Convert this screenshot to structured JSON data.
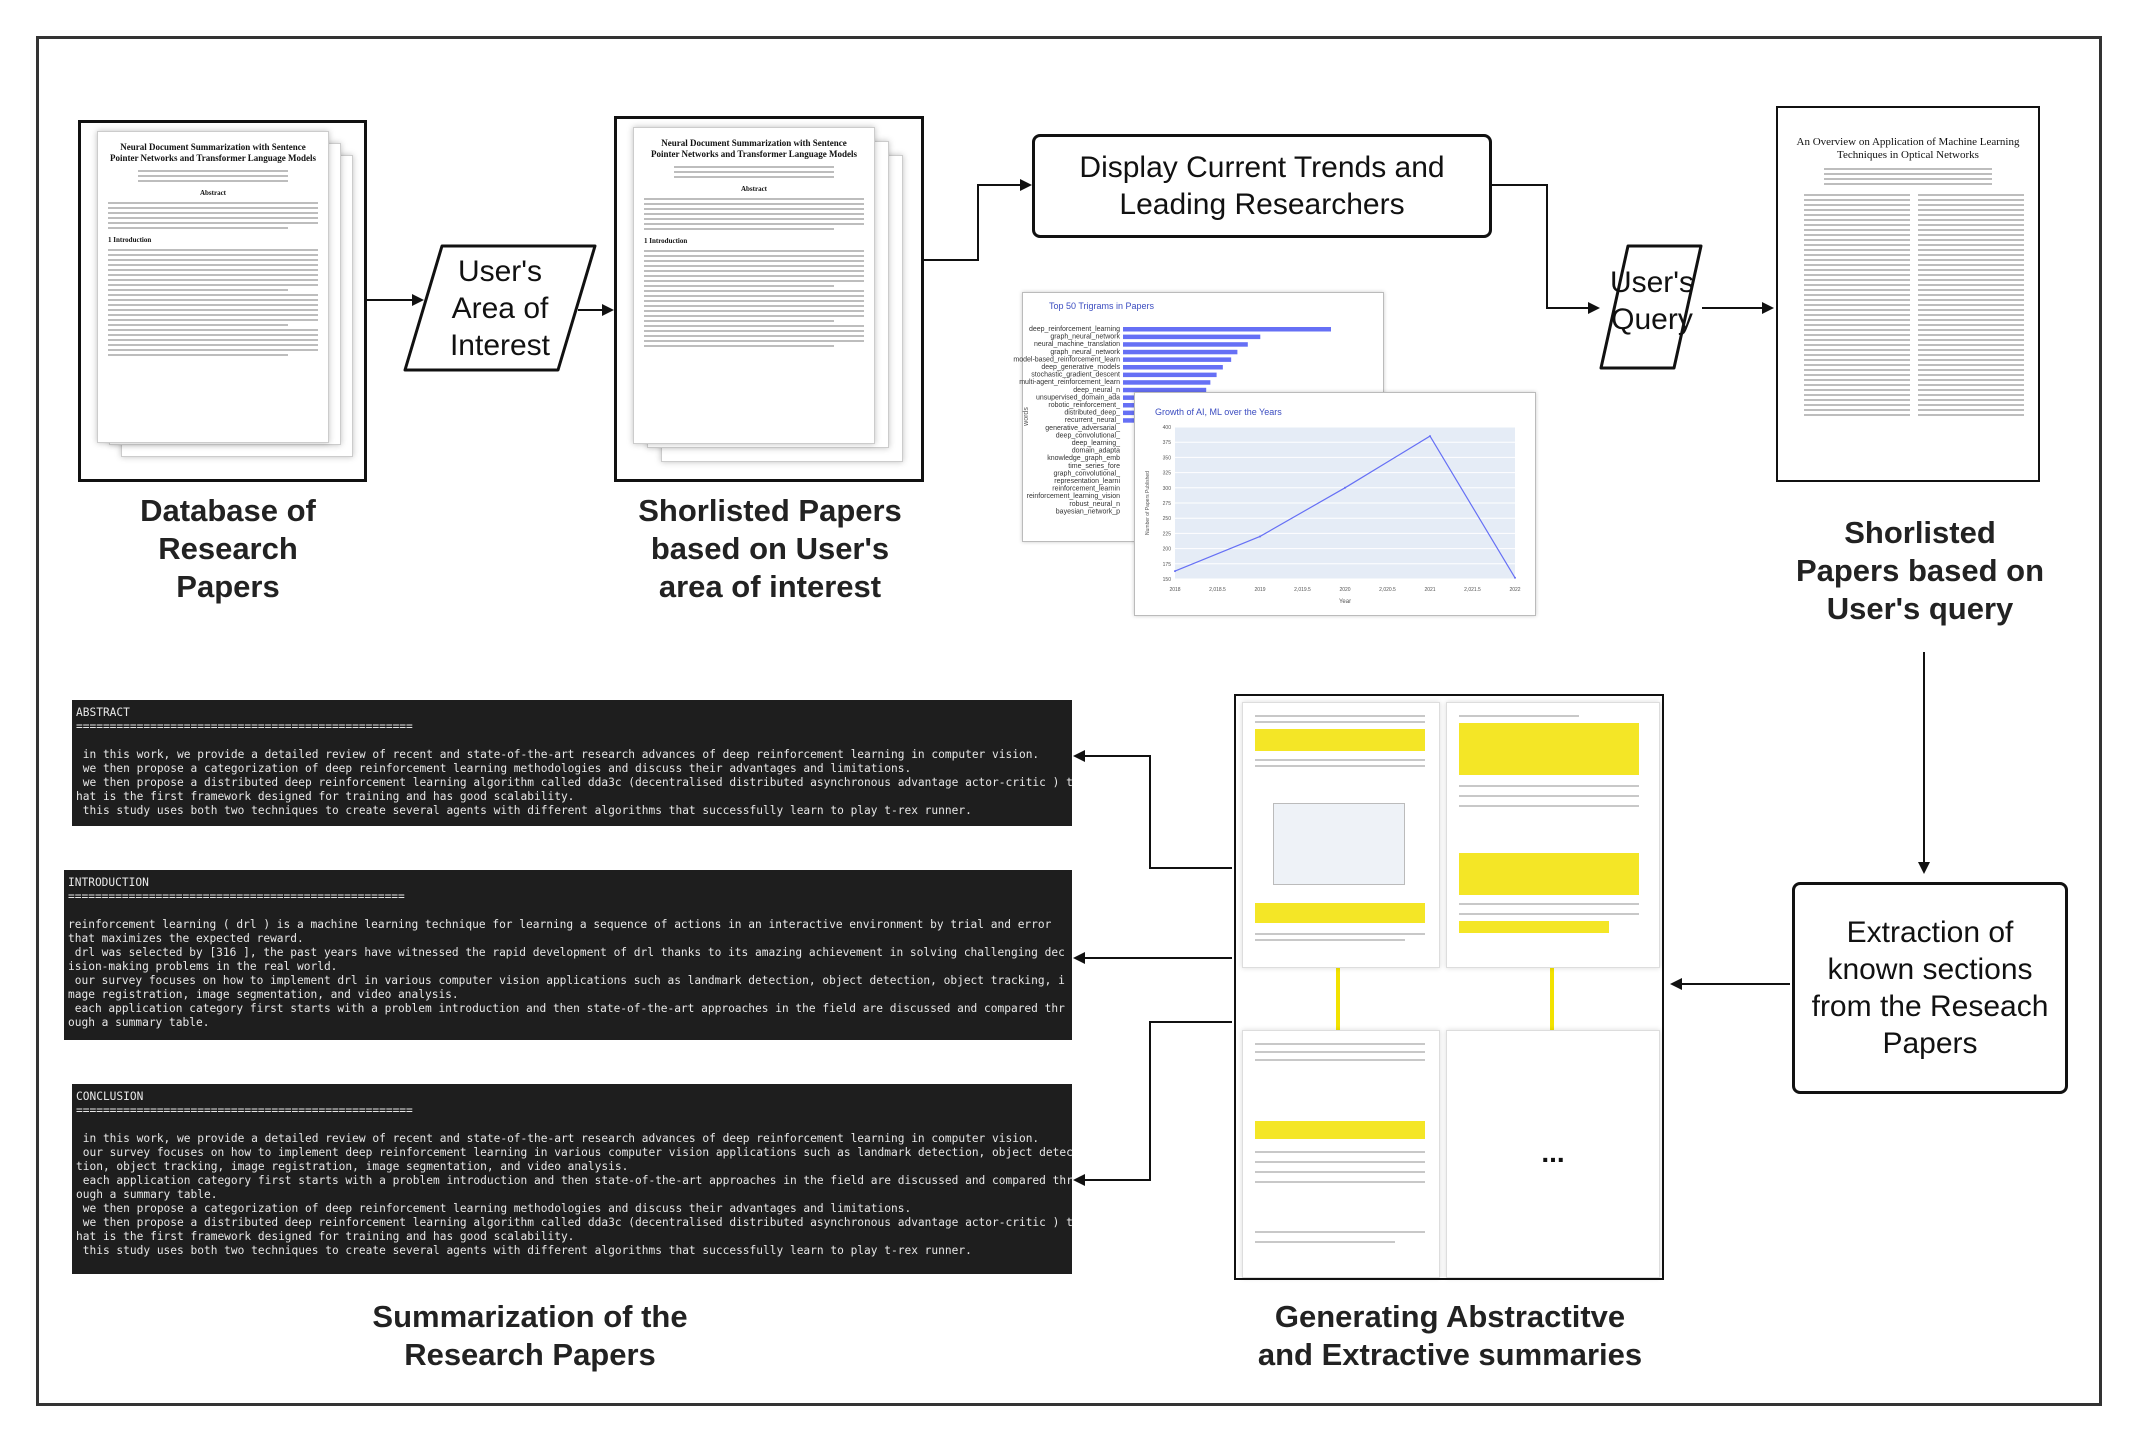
{
  "captions": {
    "database": "Database of\nResearch\nPapers",
    "shortlisted_interest": "Shorlisted  Papers\nbased on User's\narea of interest",
    "shortlisted_query": "Shorlisted\nPapers  based on\nUser's query",
    "summarization": "Summarization of the\nResearch Papers",
    "generating": "Generating Abstractitve\nand Extractive summaries"
  },
  "process": {
    "user_interest": "User's\nArea of\nInterest",
    "display_trends": "Display Current Trends and\nLeading Researchers",
    "user_query": "User's\nQuery",
    "extraction": "Extraction of\nknown sections\nfrom the Reseach\nPapers"
  },
  "paper_sample": {
    "title": "Neural Document Summarization with Sentence\nPointer Networks and Transformer Language Models",
    "abstract_label": "Abstract",
    "intro_label": "1   Introduction"
  },
  "query_paper": {
    "title": "An Overview on Application of Machine Learning\nTechniques in Optical Networks"
  },
  "trigram_chart": {
    "title": "Top 50 Trigrams in Papers",
    "ylabel": "words",
    "labels": [
      "deep_reinforcement_learning",
      "graph_neural_network",
      "neural_machine_translation",
      "graph_neural_network",
      "model-based_reinforcement_learn",
      "deep_generative_models",
      "stochastic_gradient_descent",
      "multi-agent_reinforcement_learn",
      "deep_neural_n",
      "unsupervised_domain_ada",
      "robotic_reinforcement_",
      "distributed_deep_",
      "recurrent_neural_",
      "generative_adversarial_",
      "deep_convolutional_",
      "deep_learning_",
      "domain_adapta",
      "knowledge_graph_emb",
      "time_series_fore",
      "graph_convolutional_",
      "representation_learni",
      "reinforcement_learnin",
      "reinforcement_learning_vision",
      "robust_neural_n",
      "bayesian_network_p"
    ]
  },
  "chart_data": {
    "type": "line",
    "title": "Growth of AI, ML over the Years",
    "xlabel": "Year",
    "ylabel": "Number of Papers Published",
    "x": [
      2018,
      2019,
      2020,
      2021,
      2022
    ],
    "values": [
      163,
      220,
      300,
      385,
      152
    ],
    "xticks": [
      "2018",
      "2,018.5",
      "2019",
      "2,019.5",
      "2020",
      "2,020.5",
      "2021",
      "2,021.5",
      "2022"
    ],
    "yticks": [
      "150",
      "175",
      "200",
      "225",
      "250",
      "275",
      "300",
      "325",
      "350",
      "375",
      "400"
    ],
    "ylim": [
      150,
      400
    ]
  },
  "terminals": {
    "abstract": {
      "header": "ABSTRACT",
      "rule": "==================================================",
      "lines": [
        " in this work, we provide a detailed review of recent and state-of-the-art research advances of deep reinforcement learning in computer vision.",
        " we then propose a categorization of deep reinforcement learning methodologies and discuss their advantages and limitations.",
        " we then propose a distributed deep reinforcement learning algorithm called dda3c (decentralised distributed asynchronous advantage actor-critic ) t",
        "hat is the first framework designed for training and has good scalability.",
        " this study uses both two techniques to create several agents with different algorithms that successfully learn to play t-rex runner."
      ]
    },
    "introduction": {
      "header": "INTRODUCTION",
      "rule": "==================================================",
      "lines": [
        "reinforcement learning ( drl ) is a machine learning technique for learning a sequence of actions in an interactive environment by trial and error",
        "that maximizes the expected reward.",
        " drl was selected by [316 ], the past years have witnessed the rapid development of drl thanks to its amazing achievement in solving challenging dec",
        "ision-making problems in the real world.",
        " our survey focuses on how to implement drl in various computer vision applications such as landmark detection, object detection, object tracking, i",
        "mage registration, image segmentation, and video analysis.",
        " each application category first starts with a problem introduction and then state-of-the-art approaches in the field are discussed and compared thr",
        "ough a summary table."
      ]
    },
    "conclusion": {
      "header": "CONCLUSION",
      "rule": "==================================================",
      "lines": [
        " in this work, we provide a detailed review of recent and state-of-the-art research advances of deep reinforcement learning in computer vision.",
        " our survey focuses on how to implement deep reinforcement learning in various computer vision applications such as landmark detection, object detec",
        "tion, object tracking, image registration, image segmentation, and video analysis.",
        " each application category first starts with a problem introduction and then state-of-the-art approaches in the field are discussed and compared thr",
        "ough a summary table.",
        " we then propose a categorization of deep reinforcement learning methodologies and discuss their advantages and limitations.",
        " we then propose a distributed deep reinforcement learning algorithm called dda3c (decentralised distributed asynchronous advantage actor-critic ) t",
        "hat is the first framework designed for training and has good scalability.",
        " this study uses both two techniques to create several agents with different algorithms that successfully learn to play t-rex runner."
      ]
    }
  },
  "ellipsis": "...",
  "colors": {
    "line": "#111111",
    "terminal_bg": "#1e1e1e",
    "chart_line": "#6670f5",
    "highlight": "#f2e200"
  }
}
